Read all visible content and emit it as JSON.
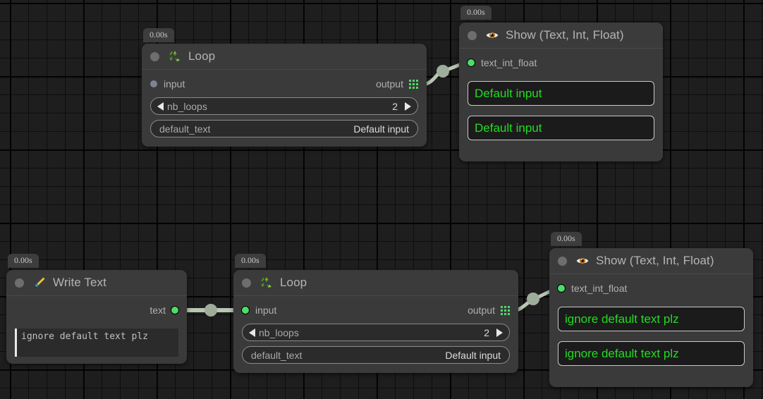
{
  "canvas": {
    "grid": true,
    "background_color": "#1e1e1e",
    "accent_green": "#4ddc68",
    "output_text_color": "#22dd22"
  },
  "nodes": [
    {
      "id": "loop-top",
      "badge": "0.00s",
      "icon": "recycle-icon",
      "title": "Loop",
      "input_port_label": "input",
      "input_port_connected": false,
      "output_port_label": "output",
      "params": [
        {
          "name": "nb_loops",
          "value": "2",
          "stepper": true
        },
        {
          "name": "default_text",
          "value": "Default input",
          "stepper": false
        }
      ]
    },
    {
      "id": "show-top",
      "badge": "0.00s",
      "icon": "eye-icon",
      "title": "Show (Text, Int, Float)",
      "input_port_label": "text_int_float",
      "input_port_connected": true,
      "outputs": [
        "Default input",
        "Default input"
      ]
    },
    {
      "id": "write-text",
      "badge": "0.00s",
      "icon": "pen-nib-icon",
      "title": "Write Text",
      "output_port_label": "text",
      "output_port_connected": true,
      "text_value": "ignore default text plz"
    },
    {
      "id": "loop-bottom",
      "badge": "0.00s",
      "icon": "recycle-icon",
      "title": "Loop",
      "input_port_label": "input",
      "input_port_connected": true,
      "output_port_label": "output",
      "params": [
        {
          "name": "nb_loops",
          "value": "2",
          "stepper": true
        },
        {
          "name": "default_text",
          "value": "Default input",
          "stepper": false
        }
      ]
    },
    {
      "id": "show-bottom",
      "badge": "0.00s",
      "icon": "eye-icon",
      "title": "Show (Text, Int, Float)",
      "input_port_label": "text_int_float",
      "input_port_connected": true,
      "outputs": [
        "ignore default text plz",
        "ignore default text plz"
      ]
    }
  ],
  "edges": [
    {
      "id": "edge-loop-top-to-show-top",
      "from": "loop-top.output",
      "to": "show-top.text_int_float"
    },
    {
      "id": "edge-write-text-to-loop-bottom",
      "from": "write-text.text",
      "to": "loop-bottom.input"
    },
    {
      "id": "edge-loop-bottom-to-show-bottom",
      "from": "loop-bottom.output",
      "to": "show-bottom.text_int_float"
    }
  ]
}
